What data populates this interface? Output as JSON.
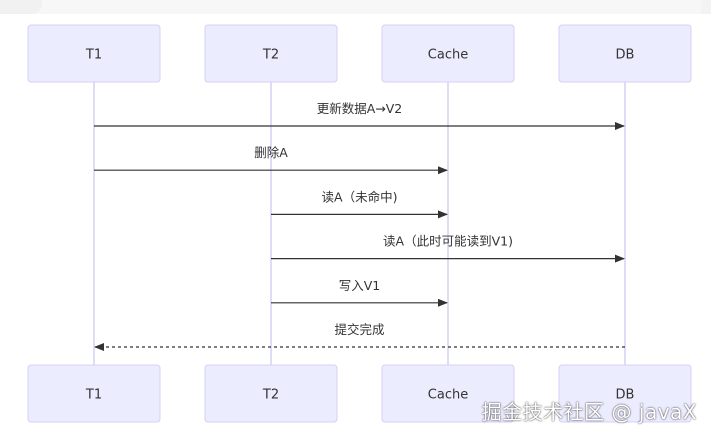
{
  "diagram": {
    "actors": [
      "T1",
      "T2",
      "Cache",
      "DB"
    ],
    "messages": [
      {
        "from": "T1",
        "to": "DB",
        "label": "更新数据A→V2",
        "style": "solid"
      },
      {
        "from": "T1",
        "to": "Cache",
        "label": "删除A",
        "style": "solid"
      },
      {
        "from": "T2",
        "to": "Cache",
        "label": "读A（未命中)",
        "style": "solid"
      },
      {
        "from": "T2",
        "to": "DB",
        "label": "读A（此时可能读到V1)",
        "style": "solid"
      },
      {
        "from": "T2",
        "to": "Cache",
        "label": "写入V1",
        "style": "solid"
      },
      {
        "from": "DB",
        "to": "T1",
        "label": "提交完成",
        "style": "dashed"
      }
    ]
  },
  "watermark": "掘金技术社区 @ javaX",
  "colors": {
    "actor_fill": "#ECECFF",
    "actor_border": "#D4D0F3",
    "lifeline": "#D4D0F3",
    "arrow": "#333333",
    "text": "#333333"
  }
}
